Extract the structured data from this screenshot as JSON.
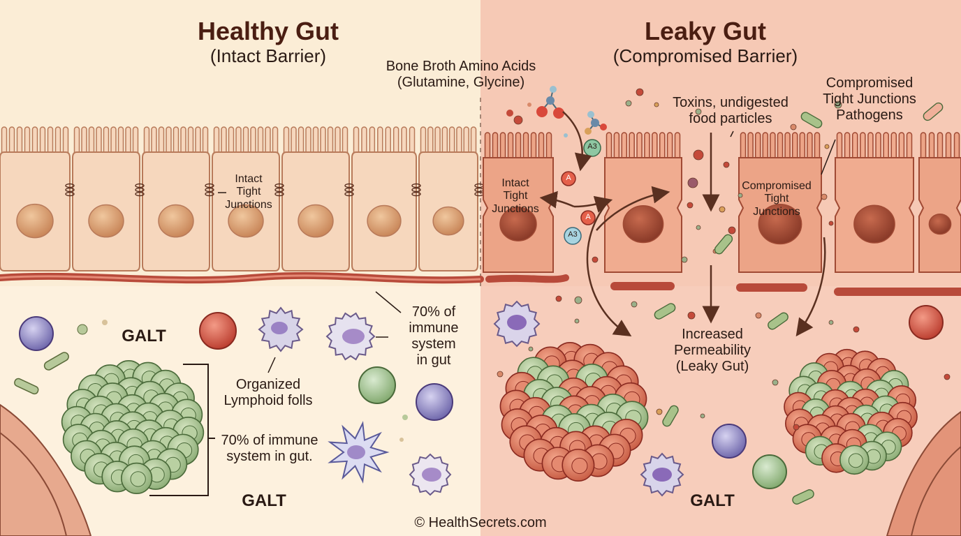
{
  "left_panel": {
    "title": "Healthy Gut",
    "subtitle": "(Intact Barrier)",
    "tight_junction_label": [
      "Intact",
      "Tight",
      "Junctions"
    ],
    "galt_label_top": "GALT",
    "galt_label_bottom": "GALT",
    "immune_label_right": [
      "70% of",
      "immune",
      "system",
      "in gut"
    ],
    "follicle_label": [
      "Organized",
      "Lymphoid folls"
    ],
    "immune_label_bracket": [
      "70% of immune",
      "system in gut."
    ]
  },
  "center": {
    "amino_label": [
      "Bone Broth Amino Acids",
      "(Glutamine, Glycine)"
    ],
    "intact_label": [
      "Intact",
      "Tight",
      "Junctions"
    ],
    "molecule_labels": [
      "A3",
      "A",
      "A",
      "A3"
    ]
  },
  "right_panel": {
    "title": "Leaky Gut",
    "subtitle": "(Compromised Barrier)",
    "toxins_label": [
      "Toxins, undigested",
      "food particles"
    ],
    "compromised_top_label": [
      "Compromised",
      "Tight Junctions",
      "Pathogens"
    ],
    "compromised_cell_label": [
      "Compromised",
      "Tight",
      "Junctions"
    ],
    "permeability_label": [
      "Increased",
      "Permeability",
      "(Leaky Gut)"
    ],
    "galt_label": "GALT"
  },
  "footer": {
    "copyright": "© HealthSecrets.com"
  },
  "colors": {
    "healthy_bg": "#fbedd6",
    "leaky_bg": "#f6c8b4",
    "healthy_cell": "#f6d7bd",
    "leaky_cell": "#eca487",
    "vessel": "#b84a3a",
    "lymph_green": "#a9c493",
    "lymph_red": "#e07a62",
    "arrow": "#5a3020"
  }
}
